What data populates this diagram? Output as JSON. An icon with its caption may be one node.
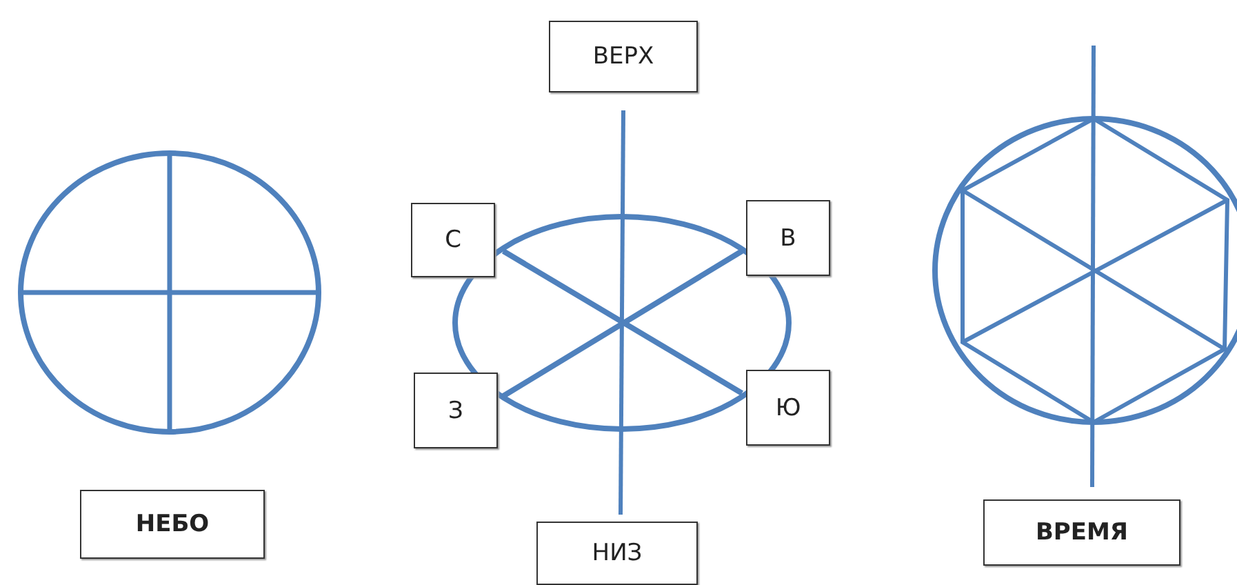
{
  "diagram": {
    "nodes": [
      {
        "text": [
          "ВЕРХ"
        ]
      },
      {
        "text": [
          "С"
        ]
      },
      {
        "text": [
          "В"
        ]
      },
      {
        "text": [
          "З"
        ]
      },
      {
        "text": [
          "Ю"
        ]
      },
      {
        "text": [
          "НЕБО"
        ]
      },
      {
        "text": [
          "НИЗ"
        ]
      },
      {
        "text": [
          "ВРЕМЯ"
        ]
      }
    ]
  }
}
